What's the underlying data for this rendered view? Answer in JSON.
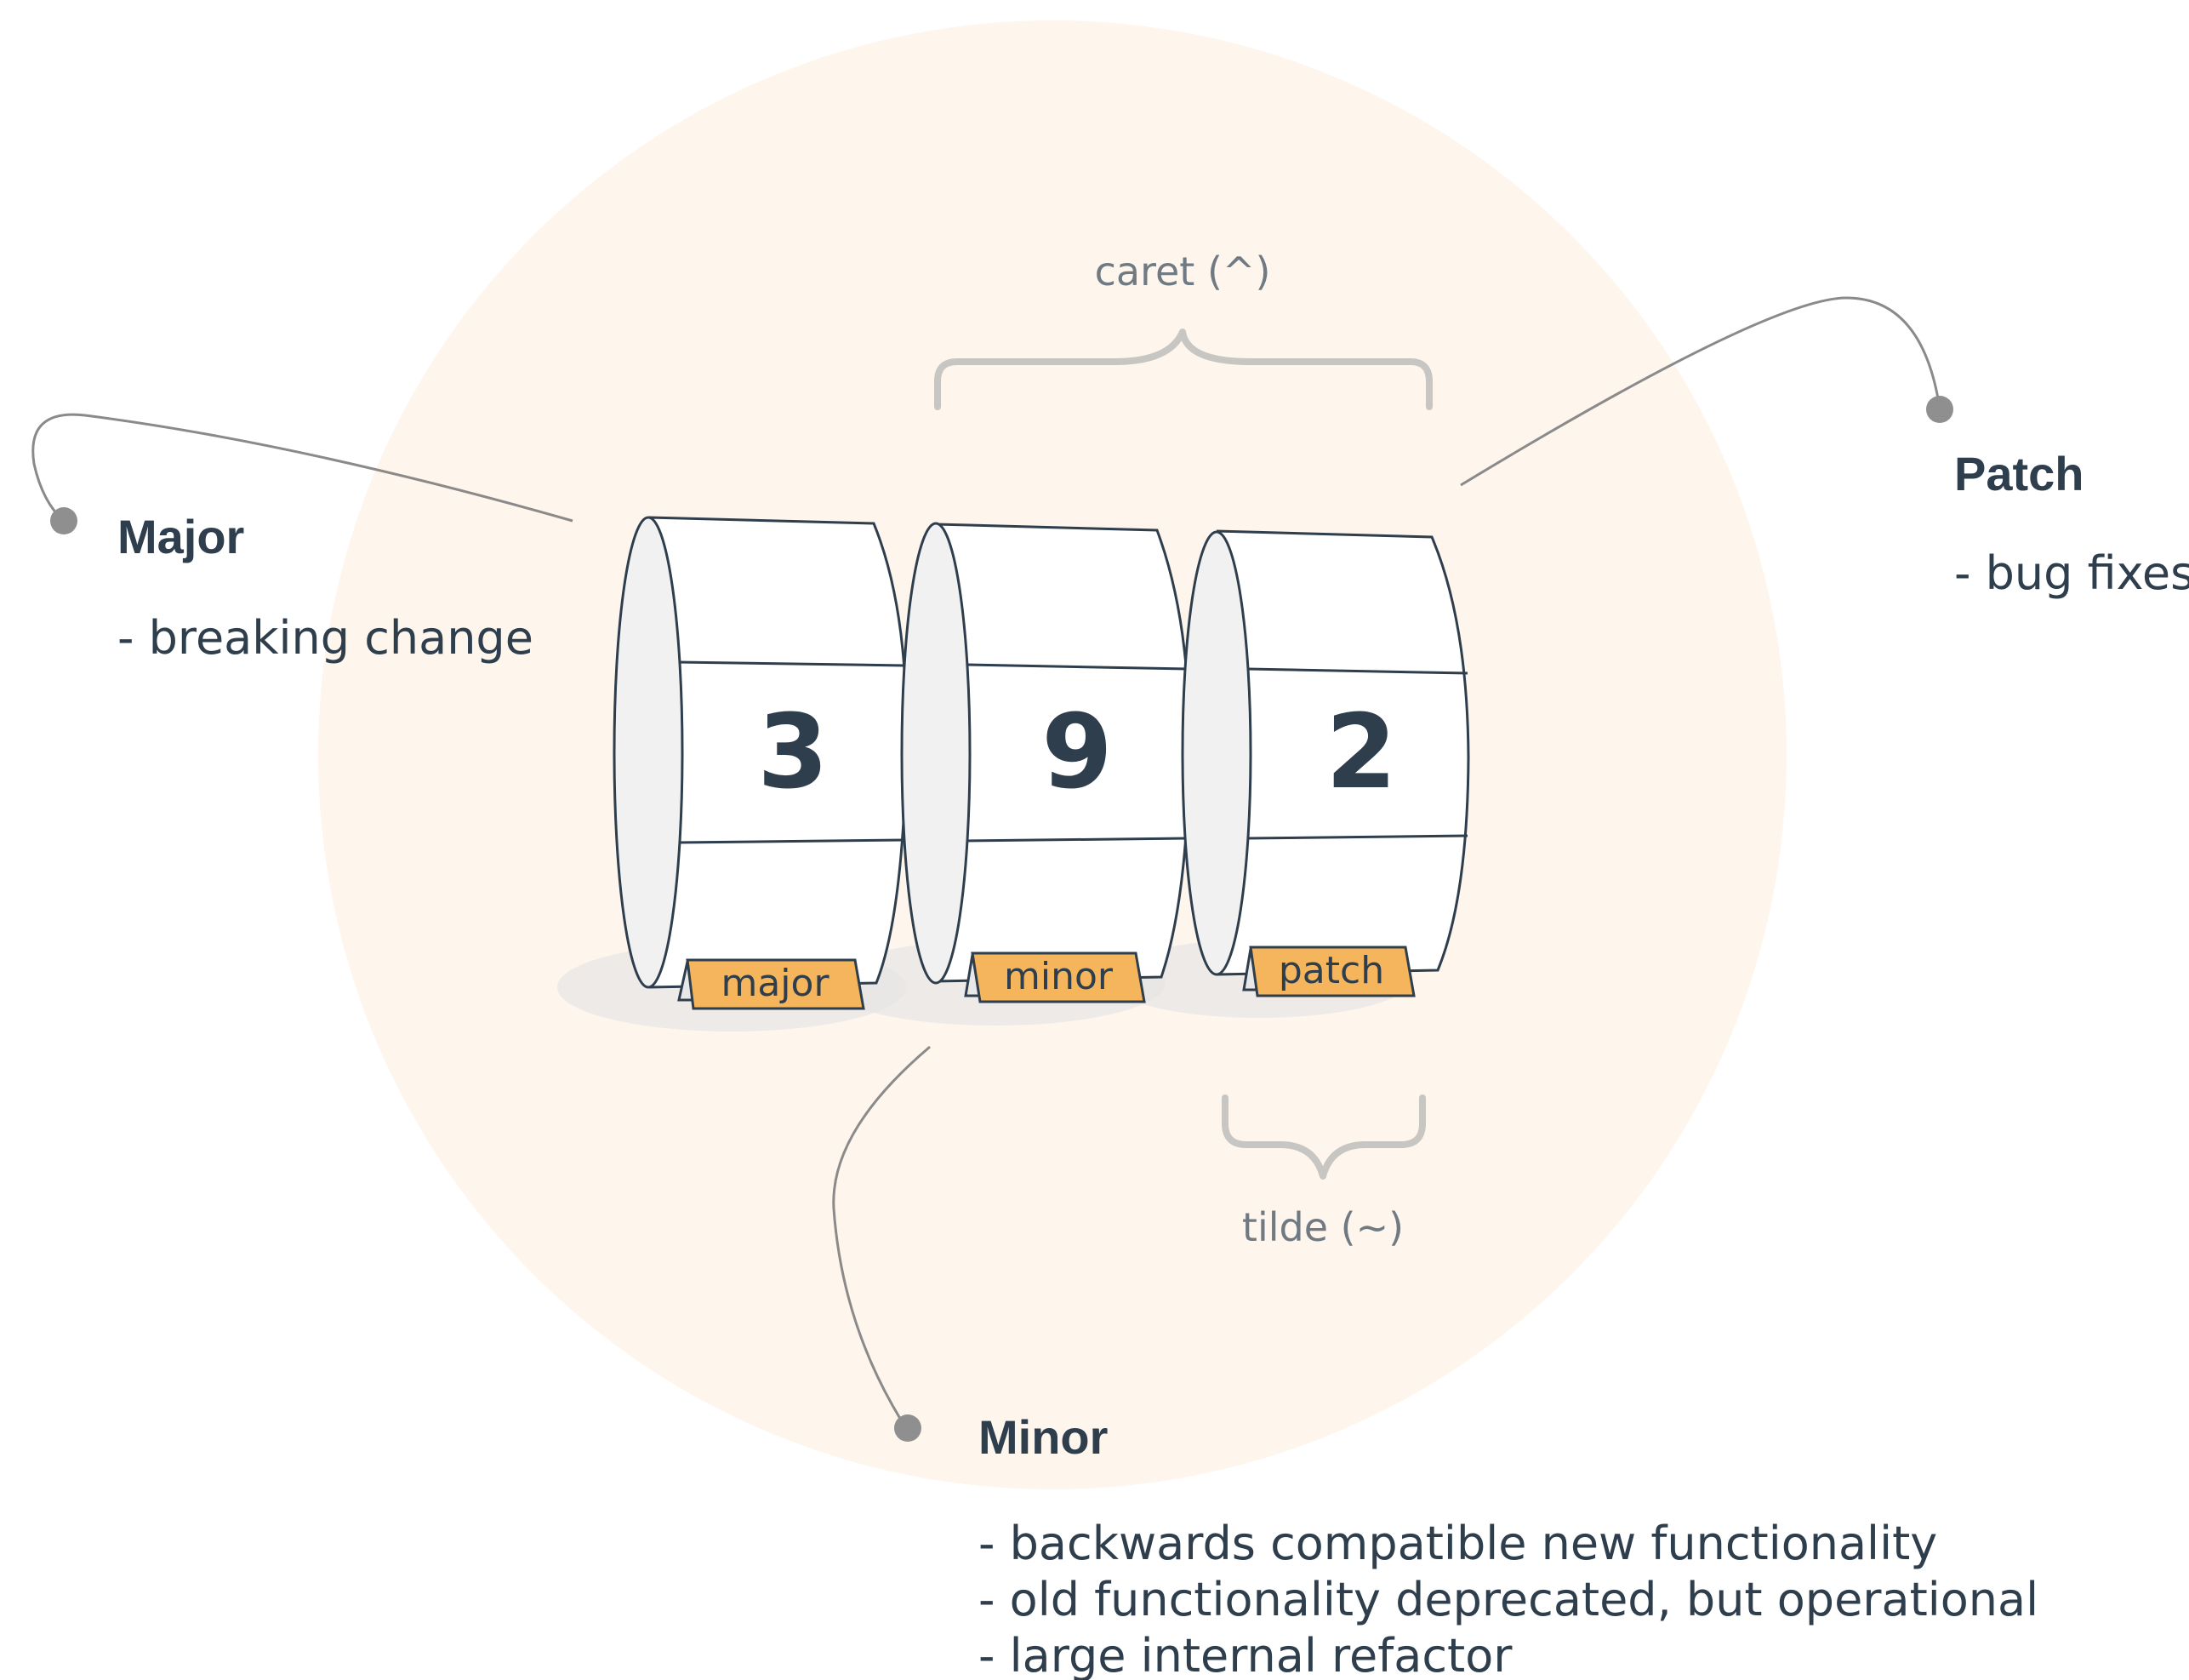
{
  "colors": {
    "background_circle": "#fef5ec",
    "text_dark": "#2e3e4d",
    "text_muted": "#7a7a7a",
    "brace_stroke": "#c8c6c2",
    "leader_line": "#8a8a8a",
    "leader_dot": "#8f8f8f",
    "tag_fill": "#f4b55c",
    "drum_face": "#ffffff",
    "drum_end": "#f1f1f1",
    "drum_stroke": "#2e3e4d"
  },
  "version": {
    "major": "3",
    "minor": "9",
    "patch": "2"
  },
  "tags": {
    "major": "major",
    "minor": "minor",
    "patch": "patch"
  },
  "braces": {
    "caret": "caret (^)",
    "tilde": "tilde (~)"
  },
  "callouts": {
    "major": {
      "title": "Major",
      "lines": [
        "- breaking change"
      ]
    },
    "minor": {
      "title": "Minor",
      "lines": [
        "- backwards compatible new functionality",
        "- old functionality deprecated, but operational",
        "- large internal refactor"
      ]
    },
    "patch": {
      "title": "Patch",
      "lines": [
        "- bug fixes"
      ]
    }
  }
}
